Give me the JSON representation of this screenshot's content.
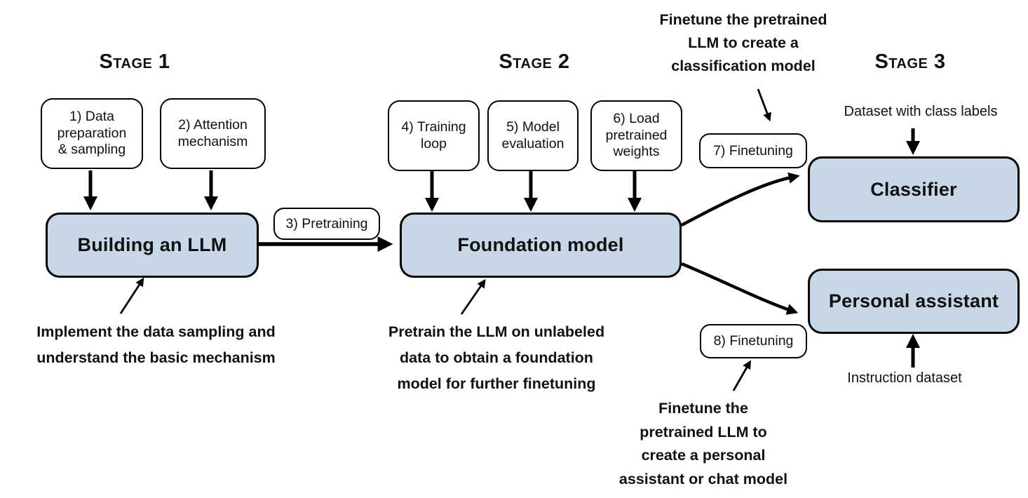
{
  "diagram": {
    "stage1": {
      "title": "Stage 1"
    },
    "stage2": {
      "title": "Stage 2"
    },
    "stage3": {
      "title": "Stage 3"
    },
    "steps": {
      "step1": "1) Data\npreparation\n& sampling",
      "step2": "2) Attention\nmechanism",
      "step3": "3) Pretraining",
      "step4": "4) Training\nloop",
      "step5": "5) Model\nevaluation",
      "step6": "6) Load\npretrained\nweights",
      "step7": "7) Finetuning",
      "step8": "8) Finetuning"
    },
    "main_boxes": {
      "building_llm": "Building an LLM",
      "foundation_model": "Foundation model",
      "classifier": "Classifier",
      "personal_assistant": "Personal assistant"
    },
    "io_labels": {
      "dataset_class_labels": "Dataset with class labels",
      "instruction_dataset": "Instruction dataset"
    },
    "annotations": {
      "stage1_note": "Implement the data sampling and\nunderstand the basic mechanism",
      "stage2_note": "Pretrain the LLM on unlabeled\ndata to obtain a foundation\nmodel for further finetuning",
      "classification_note": "Finetune the pretrained\nLLM to create a\nclassification model",
      "assistant_note": "Finetune the\npretrained LLM to\ncreate a personal\nassistant or chat model"
    },
    "colors": {
      "main_box_fill": "#c8d7e6",
      "border": "#000000",
      "background": "#ffffff"
    }
  }
}
